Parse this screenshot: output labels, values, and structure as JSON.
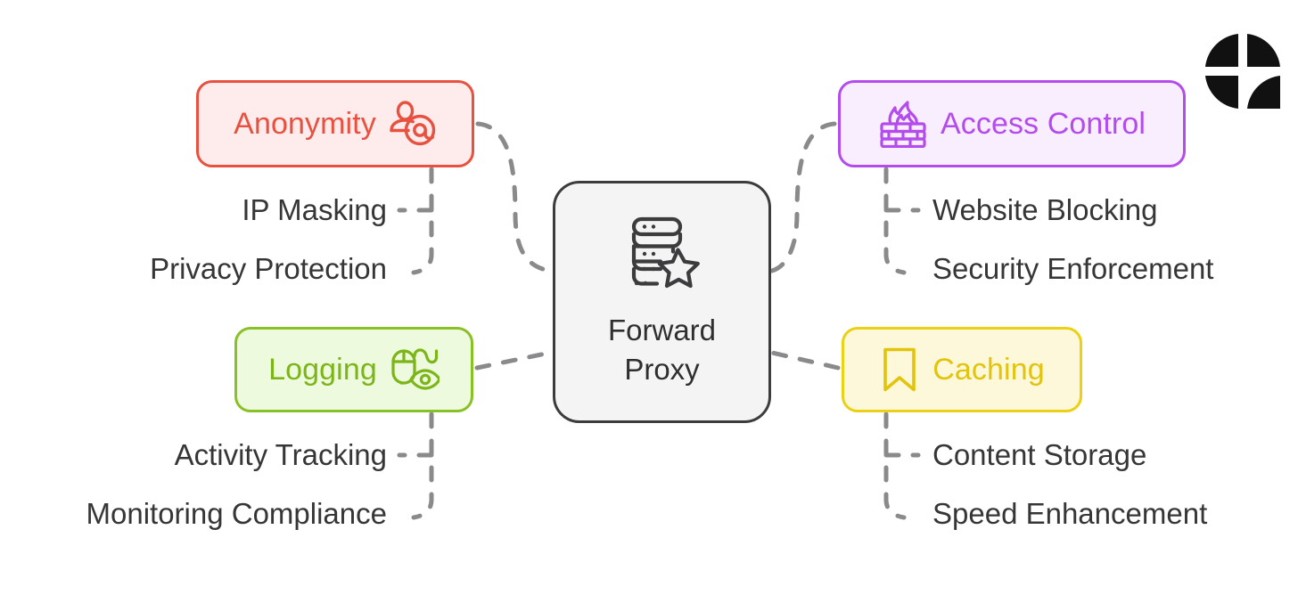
{
  "diagram": {
    "type": "mind-map",
    "center": {
      "title_line1": "Forward",
      "title_line2": "Proxy",
      "icon": "server-star-icon",
      "fill": "#f4f4f5",
      "border": "#3c3c3e",
      "text_color": "#2f2f31"
    },
    "branches": [
      {
        "id": "anonymity",
        "label": "Anonymity",
        "icon": "user-at-sign-icon",
        "position": "top-left",
        "fill": "#fdeceb",
        "border": "#e8503f",
        "text_color": "#e8503f",
        "children": [
          "IP Masking",
          "Privacy Protection"
        ]
      },
      {
        "id": "access-control",
        "label": "Access Control",
        "icon": "firewall-flame-icon",
        "position": "top-right",
        "fill": "#f9eefd",
        "border": "#b44bec",
        "text_color": "#b44bec",
        "children": [
          "Website Blocking",
          "Security Enforcement"
        ]
      },
      {
        "id": "logging",
        "label": "Logging",
        "icon": "mouse-eye-monitoring-icon",
        "position": "bottom-left",
        "fill": "#eefade",
        "border": "#88c026",
        "text_color": "#7cb518",
        "children": [
          "Activity Tracking",
          "Monitoring Compliance"
        ]
      },
      {
        "id": "caching",
        "label": "Caching",
        "icon": "bookmark-icon",
        "position": "bottom-right",
        "fill": "#fdf8d9",
        "border": "#ecd014",
        "text_color": "#e2c40d",
        "children": [
          "Content Storage",
          "Speed Enhancement"
        ]
      }
    ],
    "sub_labels": {
      "ip_masking": "IP Masking",
      "privacy_protection": "Privacy Protection",
      "activity_tracking": "Activity Tracking",
      "monitoring_compliance": "Monitoring Compliance",
      "website_blocking": "Website Blocking",
      "security_enforcement": "Security Enforcement",
      "content_storage": "Content Storage",
      "speed_enhancement": "Speed Enhancement"
    },
    "connector": {
      "style": "dashed",
      "color": "#8a8a8c"
    },
    "background": "#ffffff"
  },
  "brand": {
    "logo": "napkin-quadrant-logo",
    "color": "#111111"
  }
}
